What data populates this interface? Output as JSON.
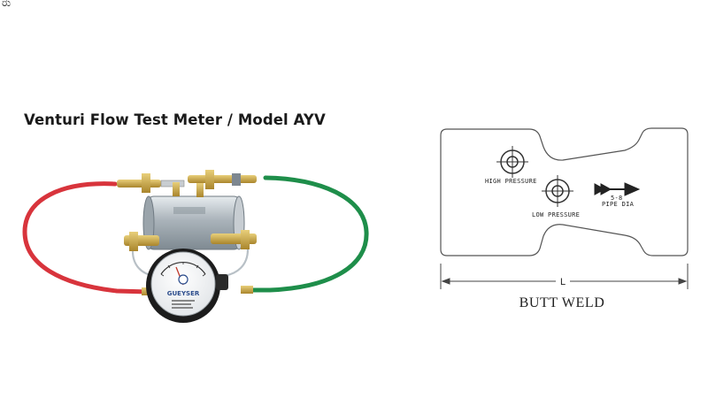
{
  "corner_text": "ರು",
  "meter": {
    "title": "Venturi Flow Test Meter / Model AYV",
    "gauge_brand": "GUEYSER"
  },
  "diagram": {
    "label_high": "HIGH PRESSURE",
    "label_low": "LOW PRESSURE",
    "label_flow_top": "5-8",
    "label_flow_bottom": "PIPE DIA",
    "dimension_label": "L",
    "caption": "BUTT WELD"
  },
  "colors": {
    "red_hose": "#d8343c",
    "green_hose": "#1e8e4a",
    "brass": "#c9a545",
    "steel": "#b9c2c8",
    "outline": "#555555"
  }
}
